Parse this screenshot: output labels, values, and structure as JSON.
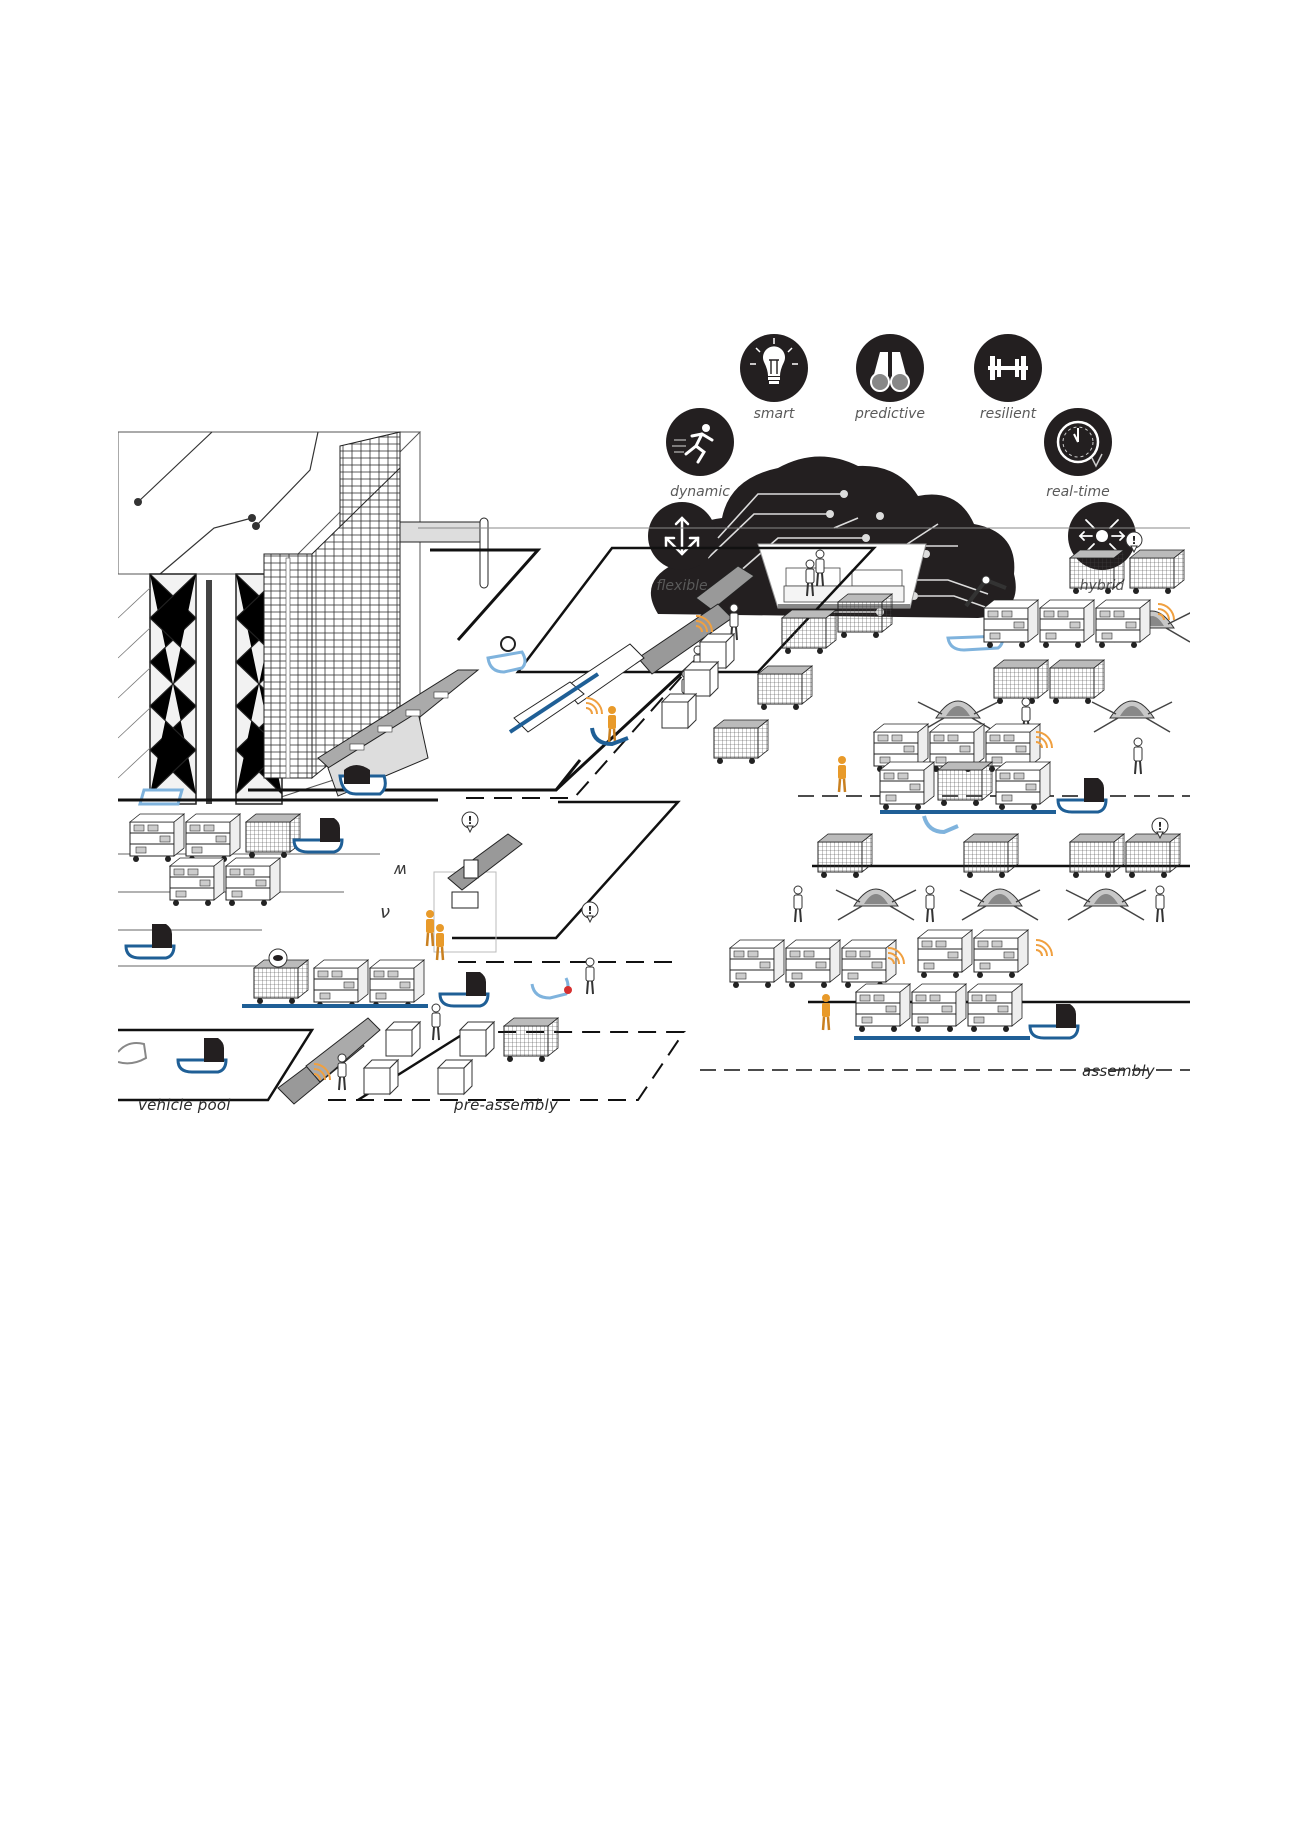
{
  "figure": {
    "description": "Smart factory illustration: cloud-connected control room linked to warehouse, AGV traffic lanes, pre-assembly and assembly zones",
    "colors": {
      "ink": "#231f20",
      "grey_fill": "#9a9a9a",
      "light_grey": "#d6d6d6",
      "agv_blue": "#1f5f96",
      "agv_light_blue": "#7fb3dd",
      "worker_orange": "#e89a2a",
      "signal_orange": "#f0a040",
      "alert_red": "#d63030"
    }
  },
  "cloud": {
    "concepts": [
      {
        "id": "smart",
        "label": "smart",
        "icon": "lightbulb-icon"
      },
      {
        "id": "predictive",
        "label": "predictive",
        "icon": "binoculars-icon"
      },
      {
        "id": "resilient",
        "label": "resilient",
        "icon": "dumbbell-icon"
      },
      {
        "id": "dynamic",
        "label": "dynamic",
        "icon": "running-person-icon"
      },
      {
        "id": "real-time",
        "label": "real-time",
        "icon": "clock-icon"
      },
      {
        "id": "flexible",
        "label": "flexible",
        "icon": "arrows-diverge-icon"
      },
      {
        "id": "hybrid",
        "label": "hybrid",
        "icon": "arrows-converge-icon"
      }
    ],
    "center": "control-room-in-cloud"
  },
  "zones": {
    "vehicle_pool": "vehicle pool",
    "pre_assembly": "pre-assembly",
    "assembly": "assembly"
  },
  "markers": {
    "alert": "!",
    "lane_marks": [
      "ʍ",
      "ν"
    ]
  }
}
